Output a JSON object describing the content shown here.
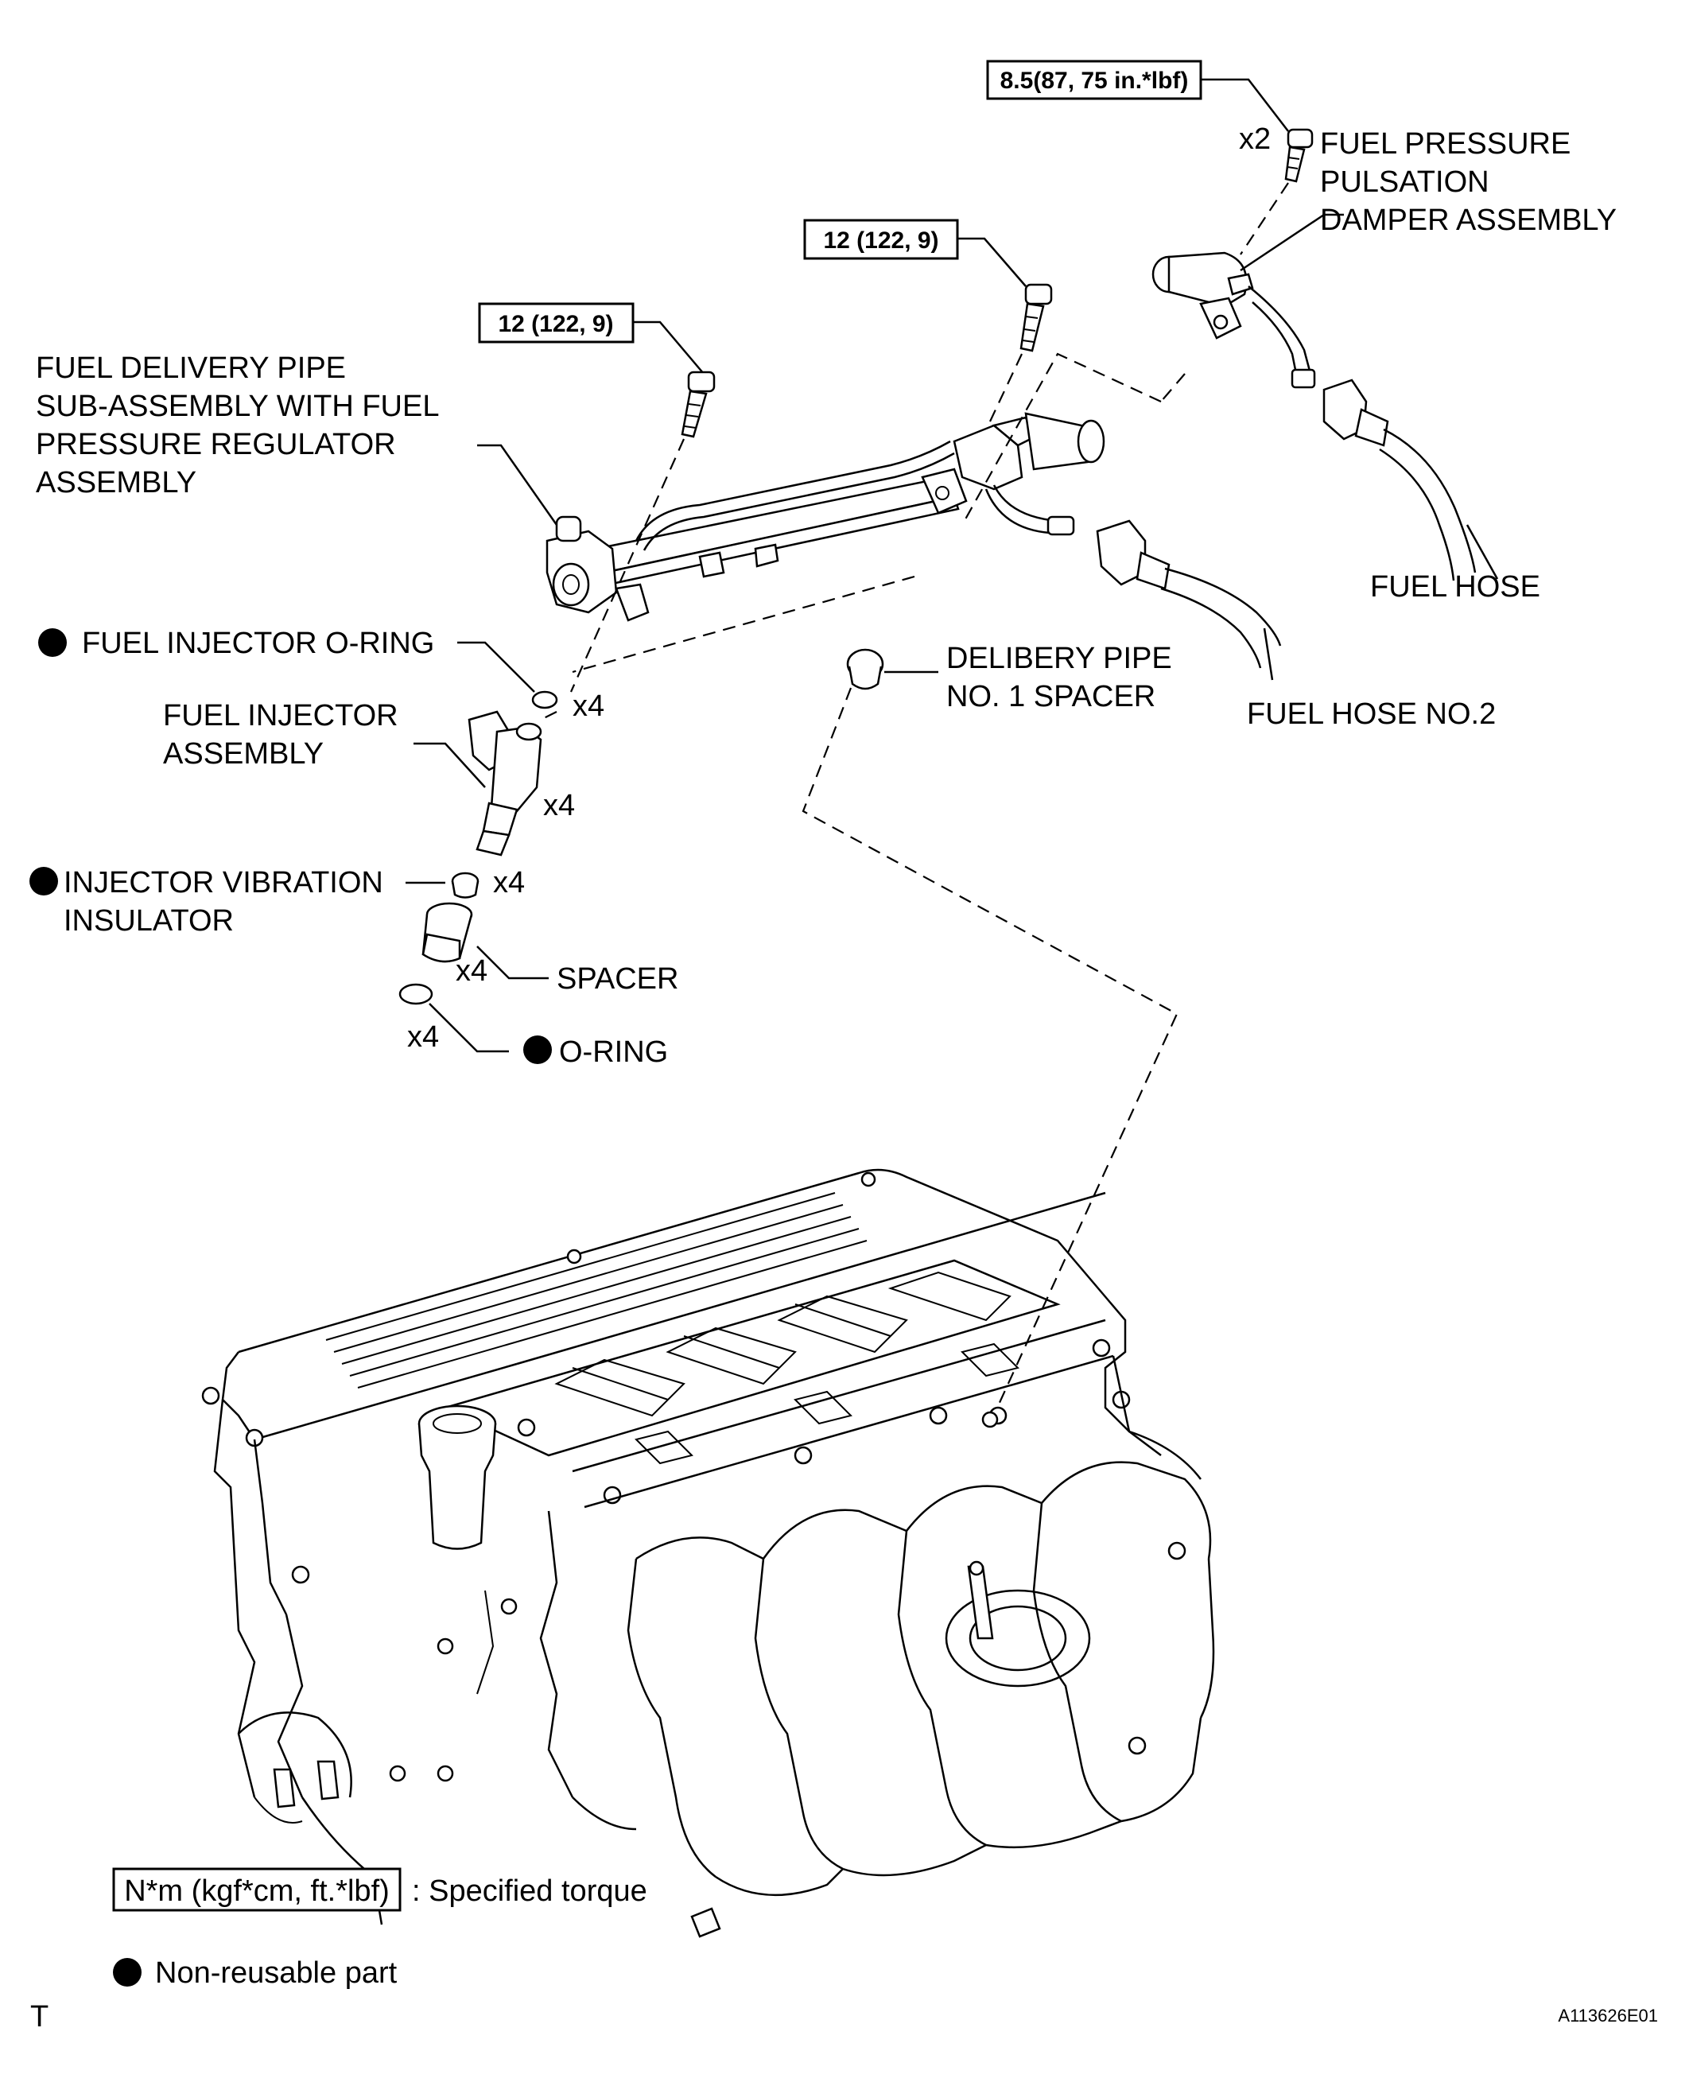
{
  "torque": {
    "damper_bolt": "8.5(87, 75 in.*lbf)",
    "pipe_bolt_right": "12 (122, 9)",
    "pipe_bolt_left": "12 (122, 9)"
  },
  "quantities": {
    "damper_bolt": "x2",
    "injector_o_ring": "x4",
    "injector": "x4",
    "insulator": "x4",
    "spacer": "x4",
    "o_ring": "x4"
  },
  "labels": {
    "damper": [
      "FUEL PRESSURE",
      "PULSATION",
      "DAMPER ASSEMBLY"
    ],
    "delivery_pipe": [
      "FUEL DELIVERY PIPE",
      "SUB-ASSEMBLY WITH FUEL",
      "PRESSURE REGULATOR",
      "ASSEMBLY"
    ],
    "fuel_hose": "FUEL HOSE",
    "fuel_hose_no2": "FUEL HOSE NO.2",
    "pipe_spacer": [
      "DELIBERY PIPE",
      "NO. 1 SPACER"
    ],
    "injector_o_ring": "FUEL INJECTOR O-RING",
    "injector": [
      "FUEL INJECTOR",
      "ASSEMBLY"
    ],
    "insulator": [
      "INJECTOR VIBRATION",
      "INSULATOR"
    ],
    "spacer": "SPACER",
    "o_ring": "O-RING"
  },
  "legend": {
    "torque_box": "N*m (kgf*cm, ft.*lbf)",
    "torque_desc": ": Specified torque",
    "non_reusable": "Non-reusable part"
  },
  "footer": {
    "left_mark": "T",
    "figure_id": "A113626E01"
  }
}
